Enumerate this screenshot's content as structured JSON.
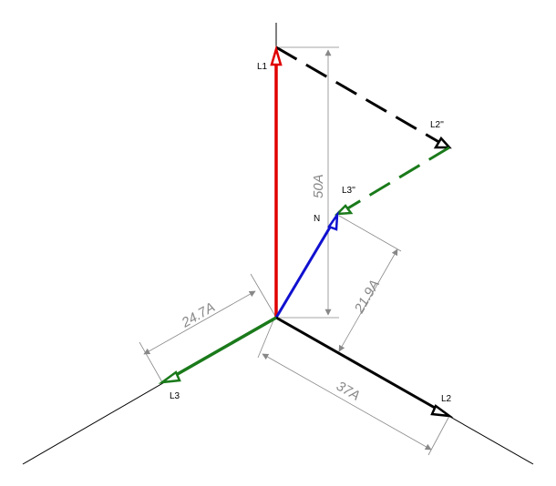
{
  "labels": {
    "l1": "L1",
    "l2": "L2",
    "l3": "L3",
    "l2pp": "L2''",
    "l3pp": "L3''",
    "n": "N"
  },
  "dimensions": {
    "l1_current": "50A",
    "l2_current": "37A",
    "l3_current": "24.7A",
    "n_current": "21.9A"
  },
  "colors": {
    "l1": "#e00000",
    "l2": "#000000",
    "l3": "#1a7a1a",
    "n": "#1010d0",
    "dimension": "#888888"
  }
}
